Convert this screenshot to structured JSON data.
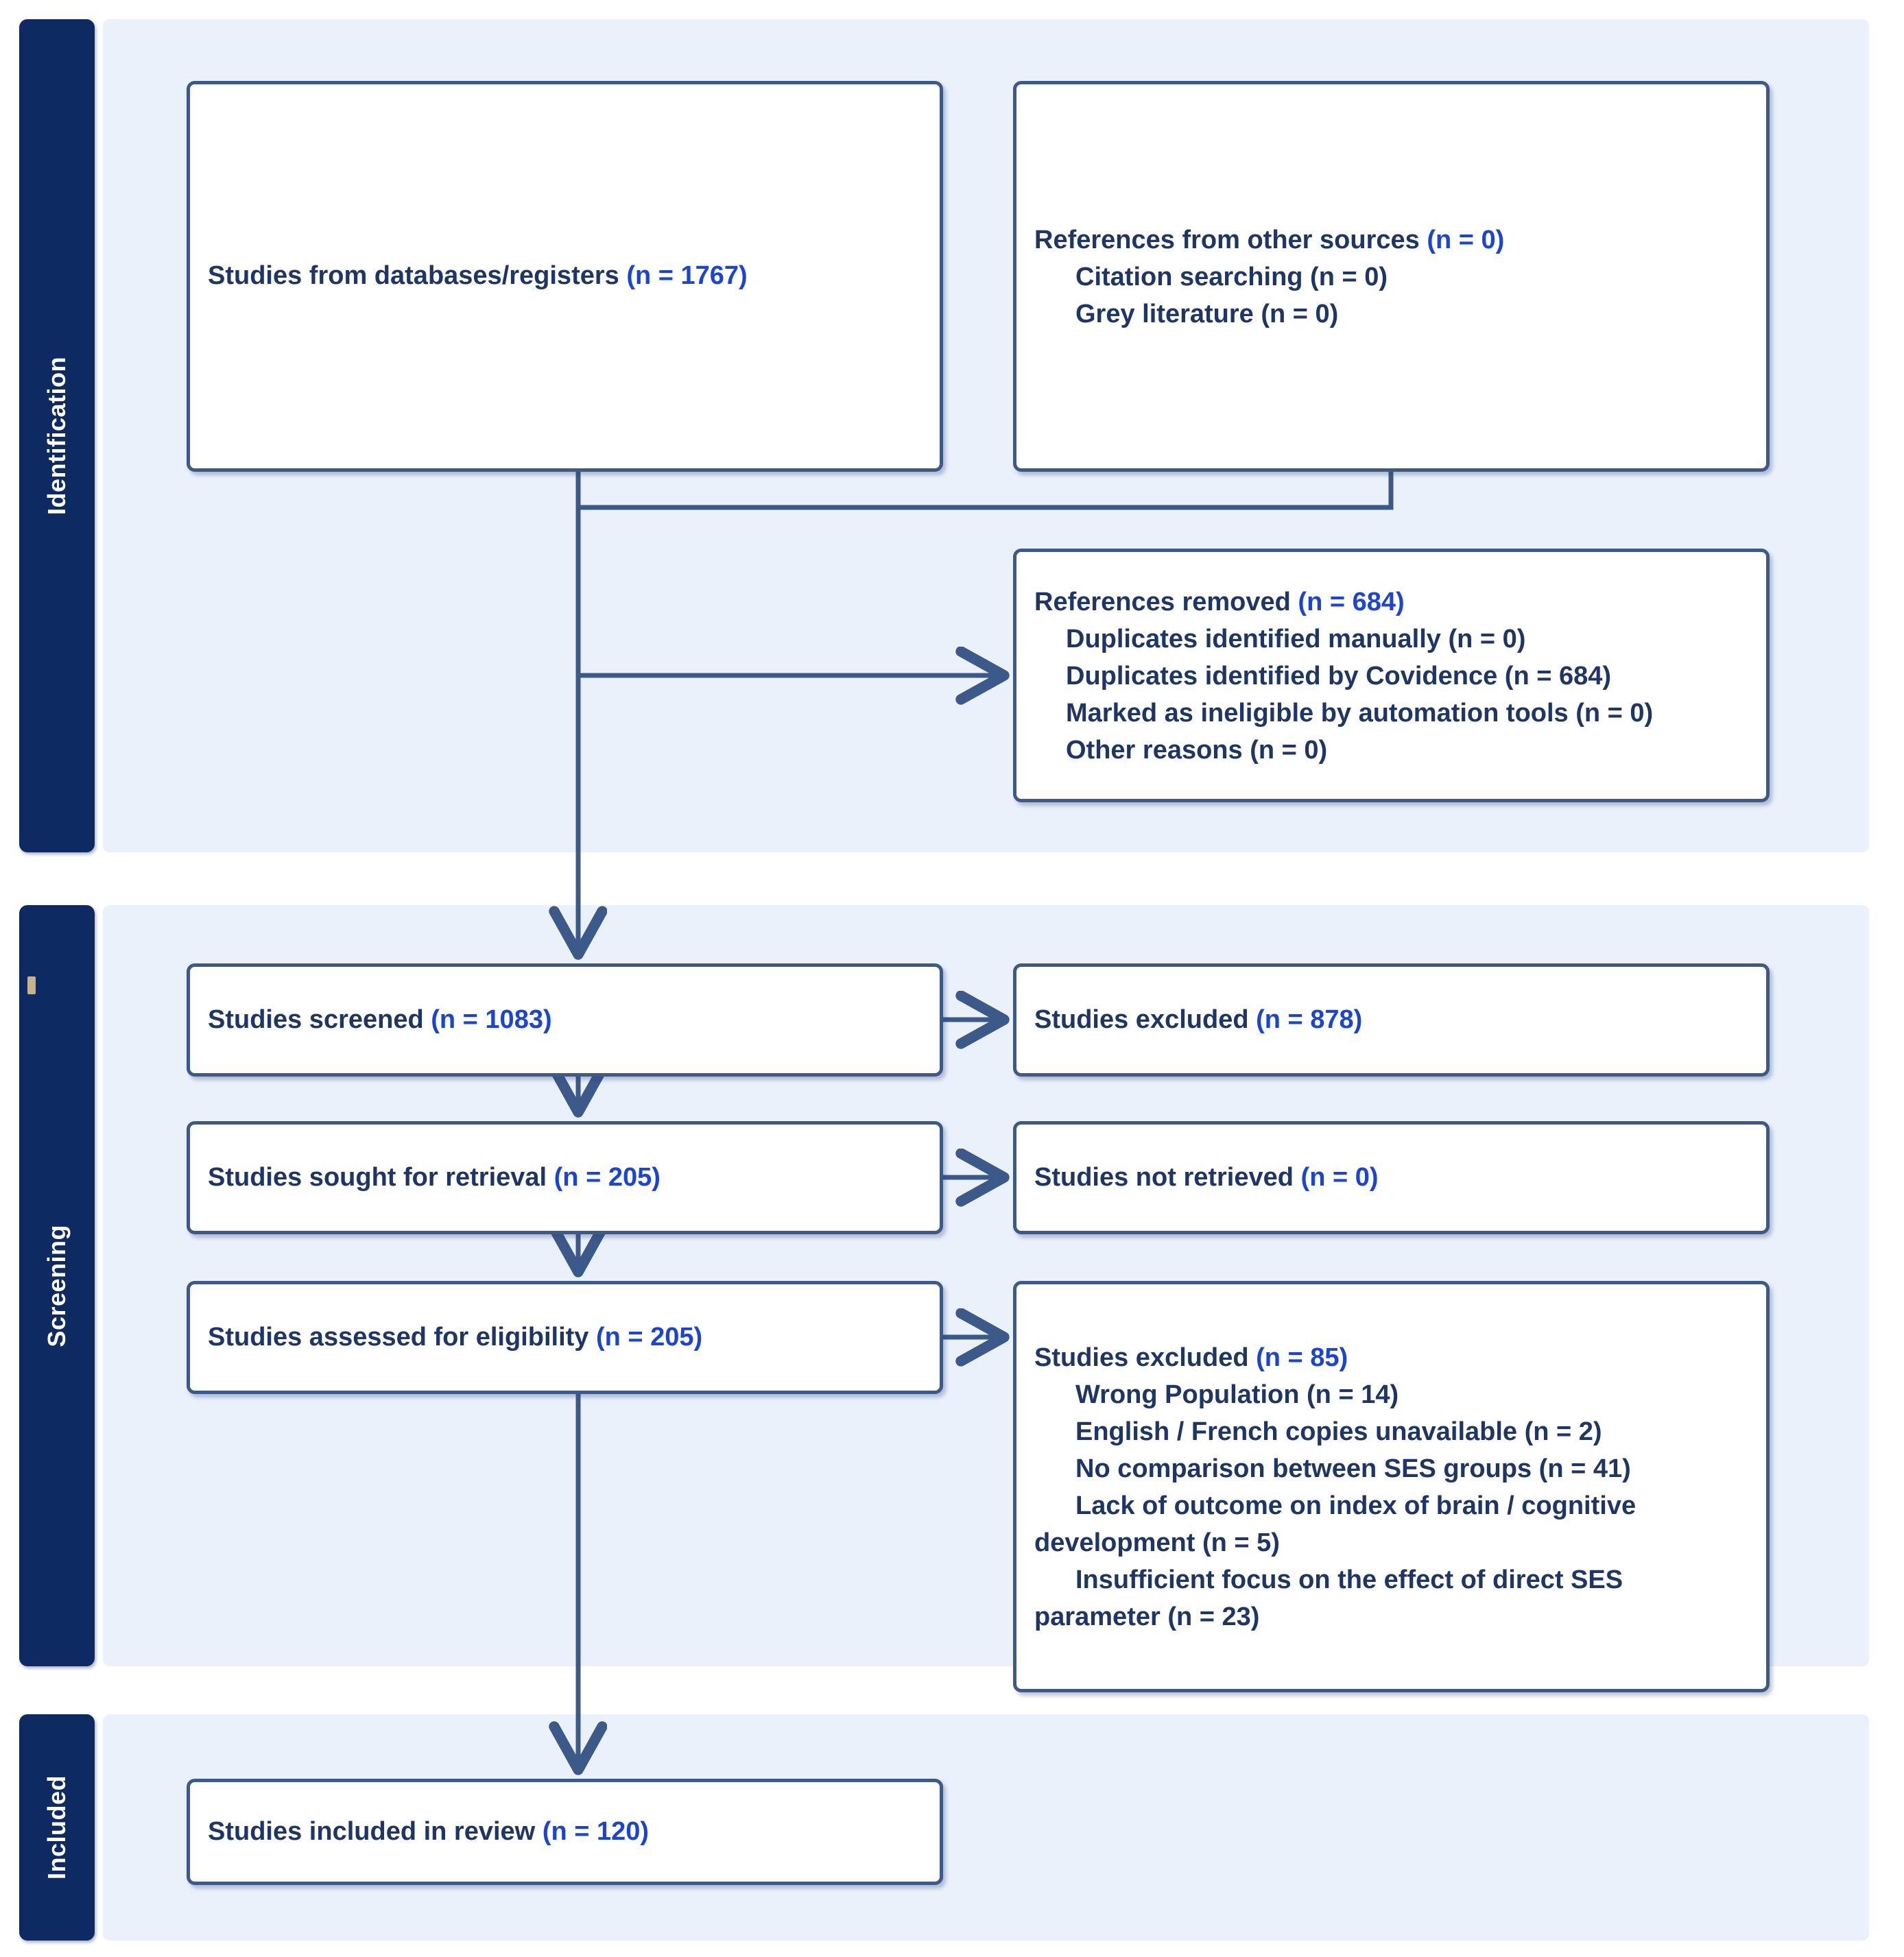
{
  "diagram": {
    "title": "PRISMA flow diagram",
    "colors": {
      "panel_background": "#eaf1fb",
      "phase_bar": "#0e2a63",
      "box_border": "#3c5a89",
      "label_text": "#1d3567",
      "count_text": "#1a44d6",
      "page_background": "#ffffff"
    }
  },
  "phases": [
    {
      "key": "identification",
      "label": "Identification"
    },
    {
      "key": "screening",
      "label": "Screening"
    },
    {
      "key": "included",
      "label": "Included"
    }
  ],
  "boxes": {
    "databases": {
      "label": "Studies from databases/registers ",
      "count": "(n = 1767)"
    },
    "other_sources": {
      "label": "References from other sources ",
      "count": "(n = 0)",
      "sub": [
        "Citation searching (n = 0)",
        "Grey literature (n = 0)"
      ]
    },
    "references_removed": {
      "label": "References removed ",
      "count": "(n = 684)",
      "sub": [
        "Duplicates identified manually (n = 0)",
        "Duplicates identified by Covidence (n = 684)",
        "Marked as ineligible by automation tools (n = 0)",
        "Other reasons (n = 0)"
      ]
    },
    "studies_screened": {
      "label": "Studies screened ",
      "count": "(n = 1083)"
    },
    "studies_excluded_screening": {
      "label": "Studies excluded ",
      "count": "(n = 878)"
    },
    "sought_for_retrieval": {
      "label": "Studies sought for retrieval ",
      "count": "(n = 205)"
    },
    "not_retrieved": {
      "label": "Studies not retrieved ",
      "count": "(n = 0)"
    },
    "assessed_for_eligibility": {
      "label": "Studies assessed for eligibility ",
      "count": "(n = 205)"
    },
    "studies_excluded_eligibility": {
      "label": "Studies excluded ",
      "count": "(n = 85)",
      "sub": [
        "Wrong Population (n = 14)",
        "English / French copies unavailable (n = 2)",
        "No comparison between SES groups (n = 41)",
        "Lack of outcome on index of brain / cognitive development (n = 5)",
        "Insufficient focus on the effect of direct SES parameter (n = 23)"
      ]
    },
    "included_in_review": {
      "label": "Studies included in review ",
      "count": "(n = 120)"
    }
  },
  "chart_data": {
    "type": "diagram",
    "title": "PRISMA flow diagram",
    "nodes": [
      {
        "id": "databases",
        "phase": "Identification",
        "text": "Studies from databases/registers (n = 1767)",
        "n": 1767
      },
      {
        "id": "other_sources",
        "phase": "Identification",
        "text": "References from other sources (n = 0)",
        "n": 0
      },
      {
        "id": "removed",
        "phase": "Identification",
        "text": "References removed (n = 684)",
        "n": 684
      },
      {
        "id": "screened",
        "phase": "Screening",
        "text": "Studies screened (n = 1083)",
        "n": 1083
      },
      {
        "id": "excluded1",
        "phase": "Screening",
        "text": "Studies excluded (n = 878)",
        "n": 878
      },
      {
        "id": "sought",
        "phase": "Screening",
        "text": "Studies sought for retrieval (n = 205)",
        "n": 205
      },
      {
        "id": "not_retrieved",
        "phase": "Screening",
        "text": "Studies not retrieved (n = 0)",
        "n": 0
      },
      {
        "id": "assessed",
        "phase": "Screening",
        "text": "Studies assessed for eligibility (n = 205)",
        "n": 205
      },
      {
        "id": "excluded2",
        "phase": "Screening",
        "text": "Studies excluded (n = 85)",
        "n": 85
      },
      {
        "id": "included",
        "phase": "Included",
        "text": "Studies included in review (n = 120)",
        "n": 120
      }
    ],
    "edges": [
      {
        "from": "databases",
        "to": "screened"
      },
      {
        "from": "other_sources",
        "to": "screened"
      },
      {
        "from": "databases",
        "to": "removed"
      },
      {
        "from": "screened",
        "to": "excluded1"
      },
      {
        "from": "screened",
        "to": "sought"
      },
      {
        "from": "sought",
        "to": "not_retrieved"
      },
      {
        "from": "sought",
        "to": "assessed"
      },
      {
        "from": "assessed",
        "to": "excluded2"
      },
      {
        "from": "assessed",
        "to": "included"
      }
    ]
  }
}
